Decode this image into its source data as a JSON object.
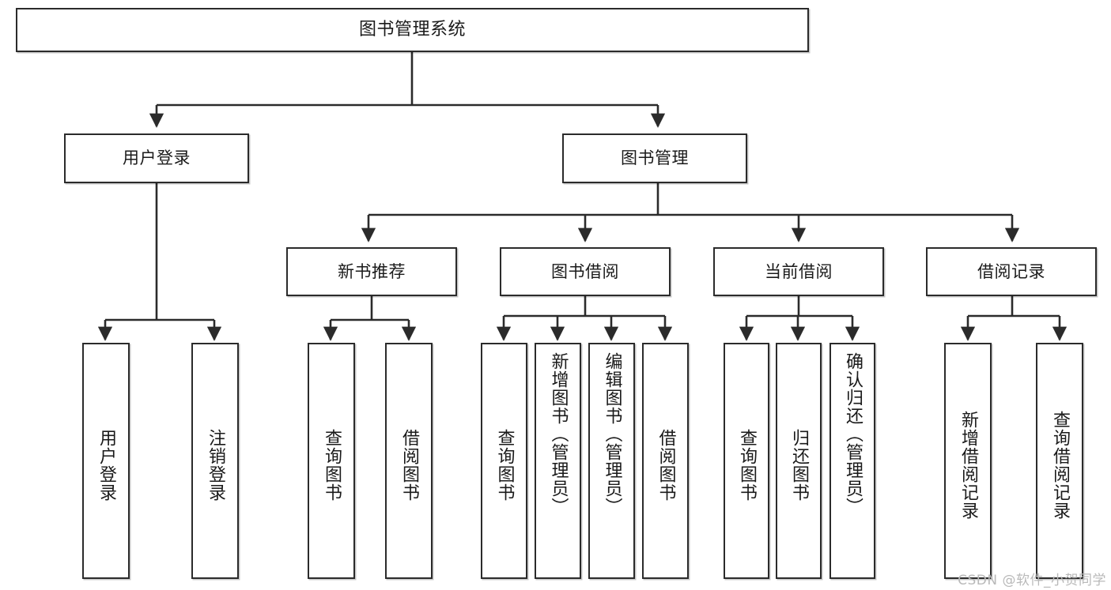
{
  "diagram": {
    "title": "图书管理系统",
    "type": "hierarchy-tree",
    "watermark": "CSDN @软件_小贺同学",
    "colors": {
      "stroke": "#2b2b2b",
      "fill": "#ffffff",
      "text": "#1a1a1a",
      "watermark": "#b9b9b9"
    },
    "nodes": {
      "root": {
        "label": "图书管理系统",
        "level": 0
      },
      "l1": [
        {
          "label": "用户登录",
          "level": 1
        },
        {
          "label": "图书管理",
          "level": 1
        }
      ],
      "l2": [
        {
          "label": "新书推荐",
          "level": 2
        },
        {
          "label": "图书借阅",
          "level": 2
        },
        {
          "label": "当前借阅",
          "level": 2
        },
        {
          "label": "借阅记录",
          "level": 2
        }
      ],
      "leaves": {
        "user_login": [
          {
            "label": "用户登录"
          },
          {
            "label": "注销登录"
          }
        ],
        "new_book": [
          {
            "label": "查询图书"
          },
          {
            "label": "借阅图书"
          }
        ],
        "book_borrow": [
          {
            "label": "查询图书"
          },
          {
            "label": "新增图书（管理员）"
          },
          {
            "label": "编辑图书（管理员）"
          },
          {
            "label": "借阅图书"
          }
        ],
        "current_borrow": [
          {
            "label": "查询图书"
          },
          {
            "label": "归还图书"
          },
          {
            "label": "确认归还（管理员）"
          }
        ],
        "borrow_record": [
          {
            "label": "新增借阅记录"
          },
          {
            "label": "查询借阅记录"
          }
        ]
      }
    }
  }
}
